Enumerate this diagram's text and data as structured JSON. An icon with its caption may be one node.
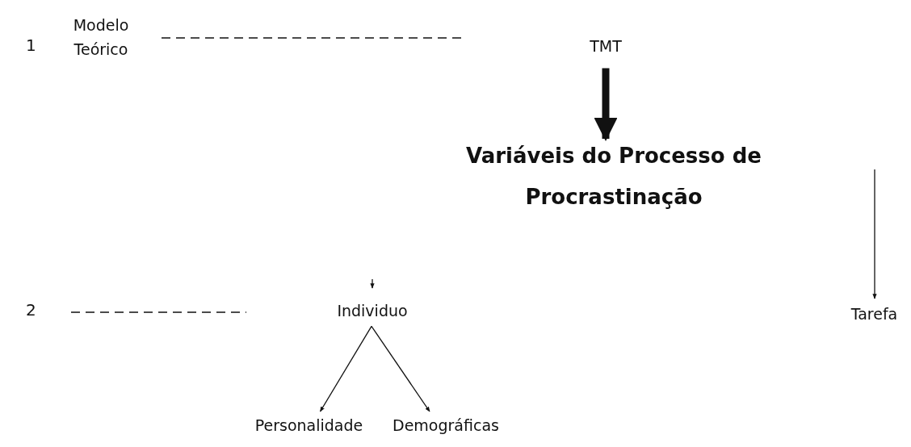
{
  "diagram": {
    "nodes": [
      {
        "text": [
          "Modelo Teórico"
        ]
      },
      {
        "text": [
          "TMT"
        ]
      },
      {
        "text": [
          "Variáveis do Processo de Procrastinação"
        ]
      },
      {
        "text": [
          "Individuo"
        ]
      },
      {
        "text": [
          "Tarefa"
        ]
      },
      {
        "text": [
          "Personalidade"
        ]
      },
      {
        "text": [
          "Demográficas"
        ]
      }
    ],
    "edges": [
      {
        "from": 0,
        "to": null,
        "arrow": "none",
        "style": "dashed"
      },
      {
        "from": 1,
        "to": 2,
        "arrow": "to",
        "style": "thick"
      },
      {
        "from": null,
        "to": 4,
        "arrow": "to"
      },
      {
        "from": null,
        "to": 3,
        "arrow": "to"
      },
      {
        "from": 3,
        "to": 5,
        "arrow": "to"
      },
      {
        "from": 3,
        "to": 6,
        "arrow": "to"
      }
    ],
    "labels": [
      "1",
      "2"
    ]
  }
}
